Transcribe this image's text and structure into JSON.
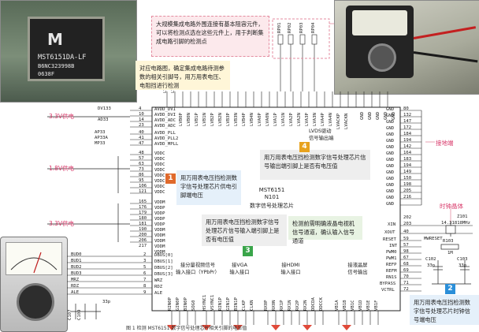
{
  "chip_photo": {
    "logo": "M",
    "line1": "MST6151DA-LF",
    "line2": "B6NC323998B",
    "line3": "0638F"
  },
  "callouts": {
    "resistor_note": "大规模集成电路外围连接有基本阻容元件，可以将检测点选在这些元件上，用于判断集成电路引脚的检测点",
    "pinout_note": "对应电路图，确定集成电路待测参数的相关引脚号，用万用表电压、电阻挡进行检测",
    "c1": "用万用表电压挡检测数字信号处理芯片供电引脚端电压",
    "c2": "用万用表电压挡检测数字信号处理芯片时钟信号端电压",
    "c3": "用万用表电压挡检测数字信号处理芯片信号输入端引脚上是否有电压值",
    "c3b": "检测前需明确液晶电视机信号通道，确认输入信号通道",
    "c4": "用万用表电压挡检测数字信号处理芯片信号输出端引脚上是否有电压值"
  },
  "badges": {
    "b1": "1",
    "b2": "2",
    "b3": "3",
    "b4": "4"
  },
  "labels": {
    "v33_a": "3.3V供电",
    "v18": "1.8V供电",
    "v33_b": "3.3V供电",
    "gnd": "接地端",
    "xtal": "时钟晶体",
    "lvds": "LVDS驱动\n信号输出端",
    "chip_model": "MST6151",
    "chip_part": "N101",
    "chip_desc": "数字信号处理芯片",
    "ypbpr": "接分量视频信号\n输入接口（YPbPr）",
    "vga": "接VGA\n输入接口",
    "hdmi": "接HDMI\n输入接口",
    "panel": "接液晶屏\n信号输出"
  },
  "left_nets": [
    "DV133",
    "",
    "AD33",
    "",
    "",
    "AP33",
    "AP33A",
    "MP33",
    "",
    "",
    "",
    "",
    "",
    "",
    "",
    "",
    "",
    "",
    "",
    "",
    "",
    "",
    "",
    "BUD0",
    "BUD1",
    "BUD2",
    "BUD3",
    "MRZ",
    "RDZ",
    "ALE"
  ],
  "left_pins_num": [
    "4",
    "10",
    "14",
    "23",
    "40",
    "41",
    "47",
    "48",
    "57",
    "63",
    "73",
    "86",
    "95",
    "106",
    "121",
    "165",
    "176",
    "179",
    "180",
    "181",
    "190",
    "200",
    "206",
    "217",
    "2",
    "3",
    "5",
    "6",
    "7",
    "8",
    "9"
  ],
  "left_pin_names": [
    "AVDD_DVI",
    "AVDD_DVI",
    "AVDD_ADC",
    "AVDD_ADC",
    "AVDD_PLL",
    "AVDD_PLL2",
    "AVDD_MPLL",
    "VDDC",
    "VDDC",
    "VDDC",
    "VDDC",
    "VDDC",
    "VDDC",
    "VDDC",
    "VDDC",
    "VDDM",
    "VDDP",
    "VDDP",
    "VDDP",
    "VDDP",
    "VDDM",
    "VDDM",
    "VDDM",
    "VDDM",
    "VDDM",
    "DBUS[0]",
    "DBUS[1]",
    "DBUS[2]",
    "DBUS[3]",
    "WRZ",
    "RDZ",
    "ALE"
  ],
  "right_pins_num": [
    "80",
    "132",
    "147",
    "172",
    "184",
    "194",
    "142",
    "164",
    "183",
    "194",
    "149",
    "150",
    "198",
    "205",
    "216",
    "202",
    "203",
    "40",
    "59",
    "57",
    "98",
    "67",
    "68",
    "69",
    "70",
    "71",
    "72"
  ],
  "right_pin_names": [
    "GND",
    "GND",
    "GND",
    "GND",
    "GND",
    "GND",
    "GND",
    "GND",
    "GND",
    "GND",
    "GND",
    "GND",
    "GND",
    "GND",
    "GND",
    "GND",
    "XIN",
    "XOUT",
    "RESET",
    "INT",
    "PWM0",
    "PWM1",
    "REFP",
    "REFM",
    "RN1S",
    "BYPASS",
    "VCTRL"
  ],
  "top_pins": [
    "LVDSA",
    "LVDSB",
    "LVB0P",
    "LVB0N",
    "LVB1P",
    "LVB1N",
    "LVB2P",
    "LVB2N",
    "LVB3P",
    "LVB3N",
    "LVB4P",
    "LVB4N",
    "LVA0P",
    "LVA0N",
    "LVA1P",
    "LVA1N",
    "LVA2P",
    "LVA2N",
    "LVA3P",
    "LVA3N",
    "LVA4P",
    "LVA4N",
    "LVACKP",
    "LVACKN",
    "GND",
    "GND",
    "GND",
    "GND",
    "GND"
  ],
  "bottom_pins": [
    "RIN0P",
    "GIN0P",
    "BIN0P",
    "SOG0",
    "HSYNC1",
    "VSYNC1",
    "RIN1P",
    "GIN1P",
    "BIN1P",
    "CLKP",
    "CLKN",
    "RX0P",
    "RX0N",
    "RX1P",
    "RX1N",
    "RX2P",
    "RX2N",
    "DDCDA",
    "DDCCK",
    "VB1A",
    "VB1B",
    "VB1C",
    "VB1D",
    "VB1E",
    "VB1F"
  ],
  "resistor_labels": [
    "RP01",
    "RP02",
    "RP03",
    "RP04"
  ],
  "right_component_labels": {
    "z101": "Z101",
    "freq": "14.31818MHz",
    "r103": "R103",
    "r1m": "1M",
    "c102": "C102",
    "c102v": "33p",
    "c103": "C103",
    "c103v": "33p",
    "mwreset": "MWRESET"
  },
  "left_component_labels": {
    "c107": "C107",
    "c109": "C109",
    "c33p": "33p"
  },
  "figure_caption": "图 1 检测 MST6151 数字信号处理芯片相关引脚的电压值"
}
